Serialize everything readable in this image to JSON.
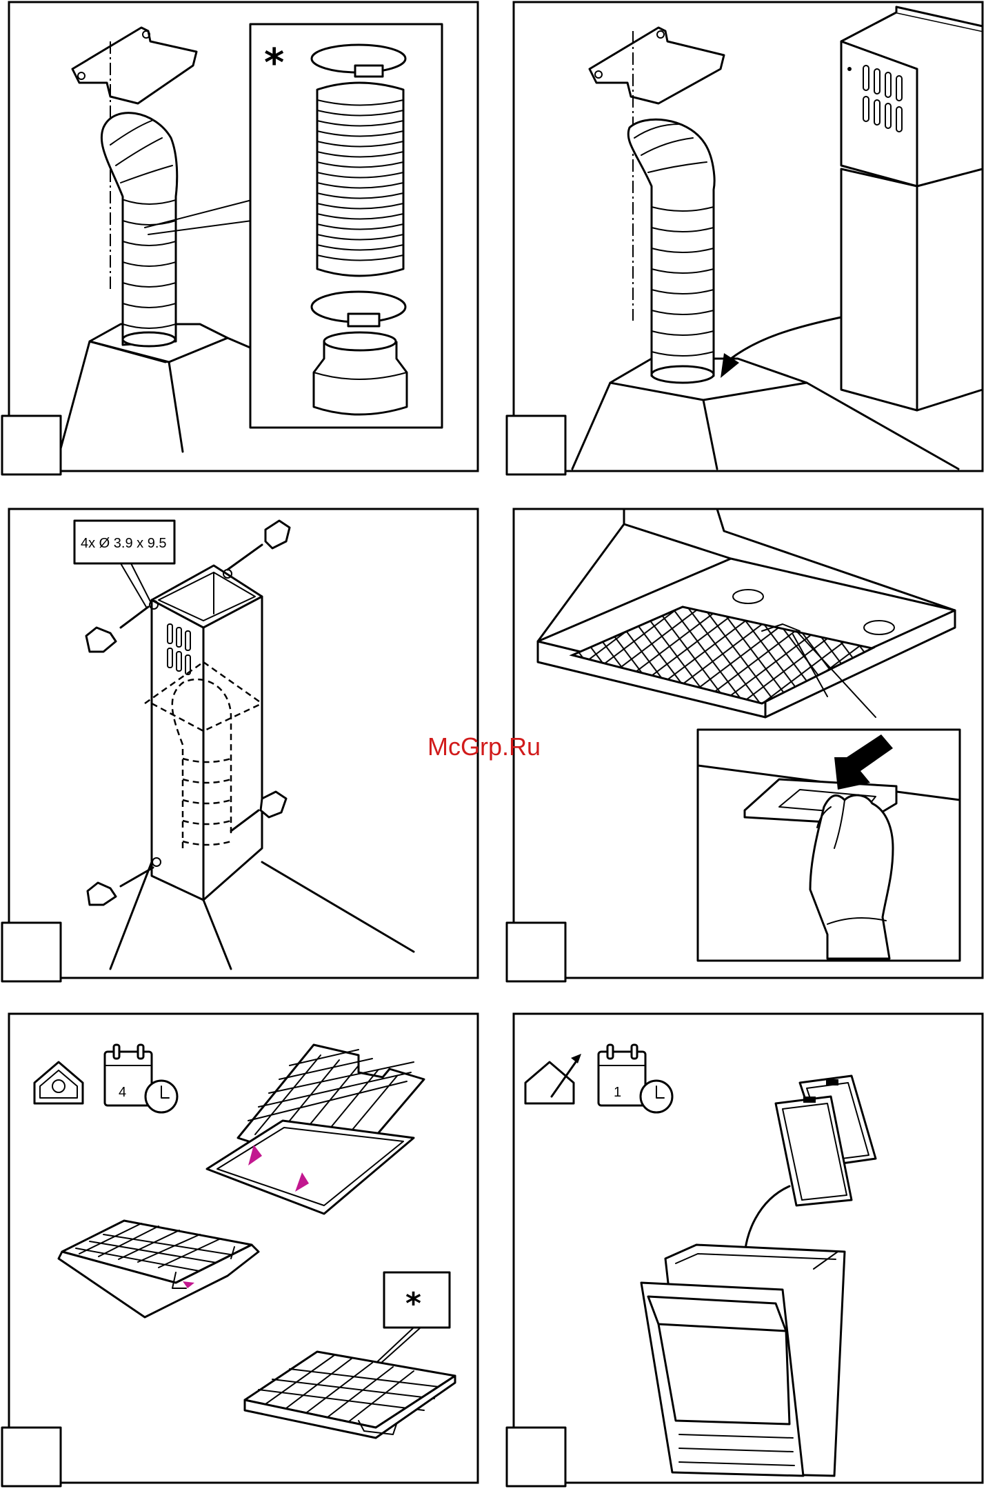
{
  "panels": [
    {
      "id": 1,
      "star": "*"
    },
    {
      "id": 2
    },
    {
      "id": 3,
      "screw_label": "4x Ø 3.9 x 9.5"
    },
    {
      "id": 4
    },
    {
      "id": 5,
      "calendar_digit": "4",
      "star": "*"
    },
    {
      "id": 6,
      "calendar_digit": "1"
    }
  ],
  "watermark": "McGrp.Ru",
  "colors": {
    "accent_arrow": "#c2178f",
    "watermark": "#d11b1b"
  }
}
